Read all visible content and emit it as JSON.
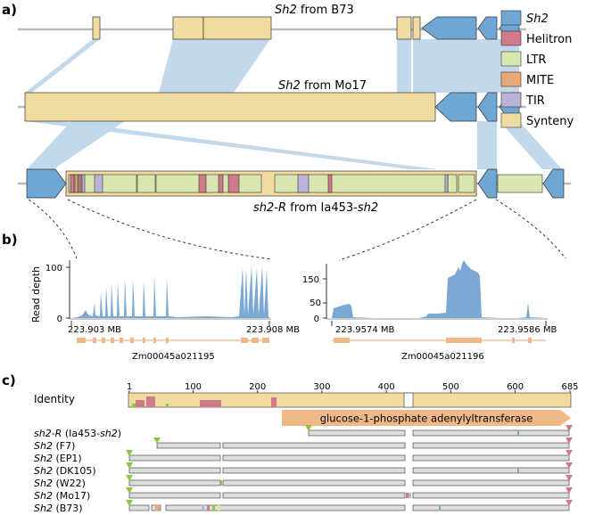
{
  "colors": {
    "sh2": "#6ea6d4",
    "helitron": "#d07a8a",
    "ltr": "#d8e6b0",
    "mite": "#eaa878",
    "tir": "#bfb2d8",
    "synteny": "#f0dca0",
    "link": "#b8d2e8",
    "baseline": "#bbbbbb",
    "read": "#7aa8d2",
    "gene_model": "#eeb888",
    "identity_bg": "#f0dca0",
    "seq_bar": "#dddddd",
    "marker_green": "#8dc63f",
    "marker_pink": "#d07a8a",
    "protein": "#eeb888"
  },
  "panel_a": {
    "label": "a)",
    "tracks": [
      {
        "name_italic": "Sh2",
        "name_rest": " from B73"
      },
      {
        "name_italic": "Sh2",
        "name_rest": " from Mo17"
      },
      {
        "name_italic": "sh2-R",
        "name_rest": " from Ia453-",
        "name_italic2": "sh2"
      }
    ],
    "legend": [
      {
        "label": "Sh2",
        "italic": true,
        "key": "sh2"
      },
      {
        "label": "Helitron",
        "italic": false,
        "key": "helitron"
      },
      {
        "label": "LTR",
        "italic": false,
        "key": "ltr"
      },
      {
        "label": "MITE",
        "italic": false,
        "key": "mite"
      },
      {
        "label": "TIR",
        "italic": false,
        "key": "tir"
      },
      {
        "label": "Synteny",
        "italic": false,
        "key": "synteny"
      }
    ]
  },
  "panel_b": {
    "label": "b)",
    "ylabel": "Read depth",
    "left": {
      "yticks": [
        "0",
        "100"
      ],
      "xstart": "223.903 MB",
      "xend": "223.908 MB",
      "gene": "Zm00045a021195"
    },
    "right": {
      "yticks": [
        "0",
        "50",
        "150"
      ],
      "xstart": "223.9574 MB",
      "xend": "223.9586 MB",
      "gene": "Zm00045a021196"
    }
  },
  "panel_c": {
    "label": "c)",
    "identity_label": "Identity",
    "ticks": [
      "1",
      "100",
      "200",
      "300",
      "400",
      "500",
      "600",
      "685"
    ],
    "ticks_values": [
      1,
      100,
      200,
      300,
      400,
      500,
      600,
      685
    ],
    "domain": "glucose-1-phosphate adenylyltransferase",
    "rows": [
      {
        "italic": "sh2-R",
        "rest": " (Ia453-",
        "italic2": "sh2",
        "rest2": ")"
      },
      {
        "italic": "Sh2",
        "rest": " (F7)"
      },
      {
        "italic": "Sh2",
        "rest": " (EP1)"
      },
      {
        "italic": "Sh2",
        "rest": " (DK105)"
      },
      {
        "italic": "Sh2",
        "rest": " (W22)"
      },
      {
        "italic": "Sh2",
        "rest": " (Mo17)"
      },
      {
        "italic": "Sh2",
        "rest": " (B73)"
      }
    ]
  }
}
